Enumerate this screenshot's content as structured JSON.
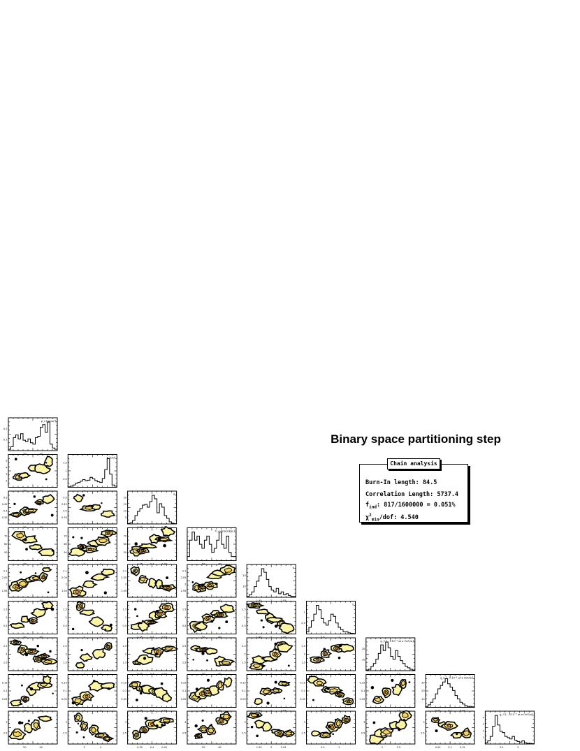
{
  "title": "Binary space partitioning step",
  "stats": {
    "header": "Chain analysis",
    "burn_in": "Burn-In length: 84.5",
    "correlation": "Correlation Length: 5737.4",
    "find_label": "f",
    "find_sub": "ind",
    "find_value": ": 817/1600000 = 0.051%",
    "chi_label": "χ",
    "chi_sup": "2",
    "chi_sub": "min",
    "chi_value": "/dof: 4.540"
  },
  "colors": {
    "contour_outer": "#fdf5a6",
    "contour_mid": "#f7d25c",
    "contour_inner": "#f08a2c",
    "contour_core": "#d92d1f",
    "line": "#000000"
  },
  "chart_data": {
    "type": "corner",
    "parameters": [
      "ρ_s [g/cm³]",
      "R [GV]",
      "δ",
      "V_c [km/s/kpc]",
      "α",
      "η",
      "q_1 [...×10⁻³ at x GeV/n]",
      "q_2 [...×10⁻³ at x GeV/n]",
      "q_3 [...×10⁻³ at x GeV/n]"
    ],
    "diagonal_histograms": [
      [
        0.01,
        0.03,
        0.1,
        0.12,
        0.09,
        0.13,
        0.08,
        0.07,
        0.09,
        0.06,
        0.05,
        0.1,
        0.11,
        0.18,
        0.2,
        0.14,
        0.22,
        0.05,
        0.02,
        0.01
      ],
      [
        0.02,
        0.05,
        0.1,
        0.18,
        0.22,
        0.28,
        0.35,
        0.3,
        0.32,
        0.45,
        0.38,
        0.3,
        0.25,
        0.22,
        0.4,
        0.8,
        1.3,
        0.6,
        0.1,
        0.05
      ],
      [
        0.3,
        0.8,
        2.5,
        6.0,
        9.0,
        11.0,
        13.5,
        14.0,
        12.0,
        16.0,
        20.5,
        18.0,
        8.0,
        14.5,
        12.0,
        6.0,
        4.0,
        1.5,
        0.5,
        0.2
      ],
      [
        0.01,
        0.05,
        0.07,
        0.05,
        0.06,
        0.04,
        0.03,
        0.05,
        0.06,
        0.04,
        0.02,
        0.03,
        0.05,
        0.07,
        0.04,
        0.03,
        0.06,
        0.02,
        0.01,
        0.01
      ],
      [
        1,
        3,
        6,
        12,
        18,
        24,
        32,
        28,
        20,
        12,
        8,
        6,
        10,
        4,
        6,
        3,
        4,
        2,
        1,
        1
      ],
      [
        0.1,
        0.3,
        0.6,
        0.9,
        1.3,
        1.1,
        0.7,
        0.5,
        0.4,
        0.6,
        0.9,
        0.8,
        0.5,
        0.3,
        0.2,
        0.1,
        0.1,
        0.05,
        0.03,
        0.02
      ],
      [
        0.5,
        1,
        3,
        5,
        8,
        12,
        18,
        14,
        20,
        16,
        10,
        8,
        14,
        10,
        7,
        5,
        3,
        2,
        1,
        0.5
      ],
      [
        1,
        3,
        6,
        10,
        16,
        22,
        26,
        30,
        34,
        28,
        24,
        20,
        14,
        10,
        6,
        4,
        2,
        1,
        1,
        0.5
      ],
      [
        0.2,
        0.5,
        1.2,
        2.8,
        4.5,
        3.0,
        2.0,
        1.8,
        1.2,
        1.0,
        0.8,
        1.2,
        0.6,
        0.4,
        0.3,
        0.5,
        0.2,
        0.1,
        0.1,
        0.05
      ]
    ],
    "diagonal_y_tick_labels": [
      [
        "0.1",
        "0.2"
      ],
      [
        "0.5",
        "1",
        "1.5"
      ],
      [
        "5",
        "10",
        "15",
        "20"
      ],
      [
        "",
        ""
      ],
      [
        "10",
        "20"
      ],
      [
        "0.5",
        "1"
      ],
      [
        "10",
        "20"
      ],
      [
        "10",
        "20",
        "30"
      ],
      [
        "1",
        "2",
        "3",
        "4"
      ]
    ],
    "row_y_tick_labels": [
      [],
      [
        "2",
        "3",
        "4",
        "5"
      ],
      [
        "0.35",
        "0.4",
        "0.45",
        "0.5"
      ],
      [
        "50",
        "60",
        "70"
      ],
      [
        "1.95",
        "2",
        "2.05",
        "2.1"
      ],
      [
        "0.5",
        "1",
        "1.5"
      ],
      [
        "1.5",
        "2",
        "2.5"
      ],
      [
        "0.05",
        "0.1",
        "0.15"
      ],
      [
        "2.5",
        "3"
      ]
    ],
    "col_x_tick_labels": [
      [
        "20",
        "40"
      ],
      [
        "2",
        "4"
      ],
      [
        "0.35",
        "0.4",
        "0.45"
      ],
      [
        "50",
        "60"
      ],
      [
        "1.95",
        "2",
        "2.05"
      ],
      [
        "0.5",
        "1"
      ],
      [
        "2",
        "2.5"
      ],
      [
        "0.05",
        "0.1",
        "0.15"
      ],
      [
        "2.5",
        "3"
      ]
    ]
  }
}
